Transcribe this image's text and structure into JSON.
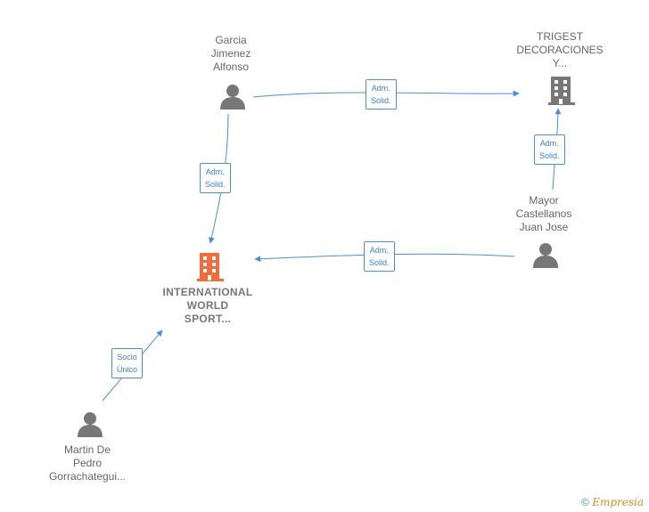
{
  "nodes": {
    "garcia": {
      "lines": [
        "Garcia",
        "Jimenez",
        "Alfonso"
      ],
      "type": "person"
    },
    "trigest": {
      "lines": [
        "TRIGEST",
        "DECORACIONES",
        "Y..."
      ],
      "type": "company"
    },
    "mayor": {
      "lines": [
        "Mayor",
        "Castellanos",
        "Juan Jose"
      ],
      "type": "person"
    },
    "international": {
      "lines": [
        "INTERNATIONAL",
        "WORLD",
        "SPORT..."
      ],
      "type": "company-main"
    },
    "martin": {
      "lines": [
        "Martin De",
        "Pedro",
        "Gorrachategui..."
      ],
      "type": "person"
    }
  },
  "edges": {
    "garcia_trigest": [
      "Adm.",
      "Solid."
    ],
    "garcia_international": [
      "Adm.",
      "Solid."
    ],
    "mayor_trigest": [
      "Adm.",
      "Solid."
    ],
    "mayor_international": [
      "Adm.",
      "Solid."
    ],
    "martin_international": [
      "Socio",
      "Único"
    ]
  },
  "colors": {
    "edge": "#4a8fd6",
    "person": "#777777",
    "company": "#777777",
    "main_company": "#f26b3a"
  },
  "footer": {
    "copyright": "©",
    "brand": "Empresia"
  }
}
